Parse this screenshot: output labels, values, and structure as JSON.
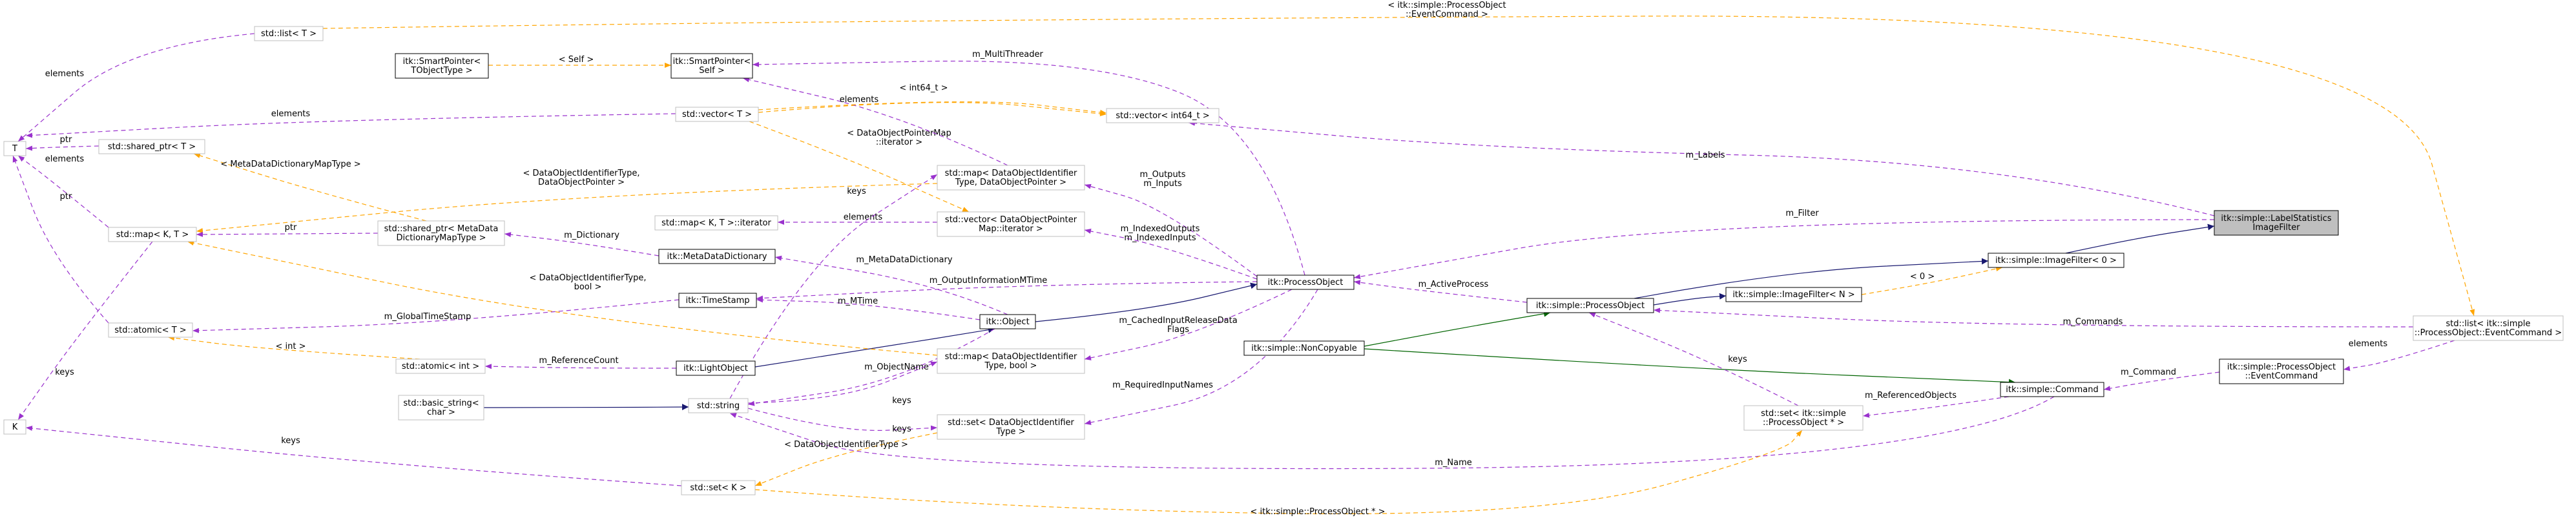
{
  "colors": {
    "inherit_public": "#191970",
    "inherit_protected": "#006400",
    "usage": "#9a32cd",
    "template": "#ffa500",
    "node_border": "#000000",
    "node_border_external": "#bfbfbf",
    "highlight_fill": "#bfbfbf"
  },
  "nodes": [
    {
      "id": "label_stats",
      "lines": [
        "itk::simple::LabelStatistics",
        "ImageFilter"
      ],
      "kind": "highlight",
      "icon": ""
    },
    {
      "id": "image_filter0",
      "lines": [
        "itk::simple::ImageFilter< 0 >"
      ],
      "kind": "class",
      "icon": ""
    },
    {
      "id": "image_filterN",
      "lines": [
        "itk::simple::ImageFilter< N >"
      ],
      "kind": "class",
      "icon": ""
    },
    {
      "id": "sprocess",
      "lines": [
        "itk::simple::ProcessObject"
      ],
      "kind": "class",
      "icon": ""
    },
    {
      "id": "noncopy",
      "lines": [
        "itk::simple::NonCopyable"
      ],
      "kind": "class",
      "icon": ""
    },
    {
      "id": "command",
      "lines": [
        "itk::simple::Command"
      ],
      "kind": "class",
      "icon": ""
    },
    {
      "id": "event_command",
      "lines": [
        "itk::simple::ProcessObject",
        "::EventCommand"
      ],
      "kind": "class",
      "icon": ""
    },
    {
      "id": "list_evt",
      "lines": [
        "std::list< itk::simple",
        "::ProcessObject::EventCommand >"
      ],
      "kind": "external",
      "icon": ""
    },
    {
      "id": "set_po",
      "lines": [
        "std::set< itk::simple",
        "::ProcessObject * >"
      ],
      "kind": "external",
      "icon": ""
    },
    {
      "id": "itk_process",
      "lines": [
        "itk::ProcessObject"
      ],
      "kind": "class",
      "icon": ""
    },
    {
      "id": "itk_object",
      "lines": [
        "itk::Object"
      ],
      "kind": "class",
      "icon": ""
    },
    {
      "id": "light_object",
      "lines": [
        "itk::LightObject"
      ],
      "kind": "class",
      "icon": ""
    },
    {
      "id": "timestamp",
      "lines": [
        "itk::TimeStamp"
      ],
      "kind": "class",
      "icon": ""
    },
    {
      "id": "metadict",
      "lines": [
        "itk::MetaDataDictionary"
      ],
      "kind": "class",
      "icon": ""
    },
    {
      "id": "smart_self",
      "lines": [
        "itk::SmartPointer<",
        "Self >"
      ],
      "kind": "class",
      "icon": ""
    },
    {
      "id": "smart_t",
      "lines": [
        "itk::SmartPointer<",
        "TObjectType >"
      ],
      "kind": "class",
      "icon": ""
    },
    {
      "id": "vector_int64",
      "lines": [
        "std::vector< int64_t >"
      ],
      "kind": "external",
      "icon": ""
    },
    {
      "id": "map_dop",
      "lines": [
        "std::map< DataObjectIdentifier",
        "Type, DataObjectPointer >"
      ],
      "kind": "external",
      "icon": ""
    },
    {
      "id": "vec_dop_iter",
      "lines": [
        "std::vector< DataObjectPointer",
        "Map::iterator >"
      ],
      "kind": "external",
      "icon": ""
    },
    {
      "id": "map_bool",
      "lines": [
        "std::map< DataObjectIdentifier",
        "Type, bool >"
      ],
      "kind": "external",
      "icon": ""
    },
    {
      "id": "set_doit",
      "lines": [
        "std::set< DataObjectIdentifier",
        "Type >"
      ],
      "kind": "external",
      "icon": ""
    },
    {
      "id": "string",
      "lines": [
        "std::string"
      ],
      "kind": "external",
      "icon": ""
    },
    {
      "id": "basic_string",
      "lines": [
        "std::basic_string<",
        "char >"
      ],
      "kind": "external",
      "icon": ""
    },
    {
      "id": "atomic_int",
      "lines": [
        "std::atomic< int >"
      ],
      "kind": "external",
      "icon": ""
    },
    {
      "id": "shared_mdd",
      "lines": [
        "std::shared_ptr< MetaData",
        "DictionaryMapType >"
      ],
      "kind": "external",
      "icon": ""
    },
    {
      "id": "map_iter",
      "lines": [
        "std::map< K, T >::iterator"
      ],
      "kind": "external",
      "icon": ""
    },
    {
      "id": "vector_t",
      "lines": [
        "std::vector< T >"
      ],
      "kind": "external",
      "icon": ""
    },
    {
      "id": "list_t",
      "lines": [
        "std::list< T >"
      ],
      "kind": "external",
      "icon": ""
    },
    {
      "id": "shared_t",
      "lines": [
        "std::shared_ptr< T >"
      ],
      "kind": "external",
      "icon": ""
    },
    {
      "id": "map_kt",
      "lines": [
        "std::map< K, T >"
      ],
      "kind": "external",
      "icon": ""
    },
    {
      "id": "atomic_t",
      "lines": [
        "std::atomic< T >"
      ],
      "kind": "external",
      "icon": ""
    },
    {
      "id": "set_k",
      "lines": [
        "std::set< K >"
      ],
      "kind": "external",
      "icon": ""
    },
    {
      "id": "T",
      "lines": [
        "T"
      ],
      "kind": "external",
      "icon": ""
    },
    {
      "id": "K",
      "lines": [
        "K"
      ],
      "kind": "external",
      "icon": ""
    }
  ],
  "edges": [
    {
      "id": "e1",
      "type": "inherit",
      "from": "image_filter0",
      "to": "label_stats",
      "labels": []
    },
    {
      "id": "e2",
      "type": "inherit",
      "from": "sprocess",
      "to": "image_filter0",
      "labels": []
    },
    {
      "id": "e3",
      "type": "template",
      "from": "image_filterN",
      "to": "image_filter0",
      "labels": [
        "< 0 >"
      ]
    },
    {
      "id": "e4",
      "type": "inherit",
      "from": "sprocess",
      "to": "image_filterN",
      "labels": []
    },
    {
      "id": "e5",
      "type": "inherit_protected",
      "from": "noncopy",
      "to": "sprocess",
      "labels": []
    },
    {
      "id": "e6",
      "type": "inherit_protected",
      "from": "noncopy",
      "to": "command",
      "labels": []
    },
    {
      "id": "e7",
      "type": "usage",
      "from": "itk_process",
      "to": "label_stats",
      "labels": [
        "m_Filter"
      ]
    },
    {
      "id": "e8",
      "type": "usage",
      "from": "vector_int64",
      "to": "label_stats",
      "labels": [
        "m_Labels"
      ]
    },
    {
      "id": "e9",
      "type": "usage",
      "from": "itk_process",
      "to": "sprocess",
      "labels": [
        "m_ActiveProcess"
      ]
    },
    {
      "id": "e10",
      "type": "usage",
      "from": "list_evt",
      "to": "sprocess",
      "labels": [
        "m_Commands"
      ]
    },
    {
      "id": "e11",
      "type": "usage",
      "from": "event_command",
      "to": "list_evt",
      "labels": [
        "elements"
      ]
    },
    {
      "id": "e12",
      "type": "usage",
      "from": "command",
      "to": "event_command",
      "labels": [
        "m_Command"
      ]
    },
    {
      "id": "e13",
      "type": "usage",
      "from": "set_po",
      "to": "command",
      "labels": [
        "m_ReferencedObjects"
      ]
    },
    {
      "id": "e14",
      "type": "usage",
      "from": "sprocess",
      "to": "set_po",
      "labels": [
        "keys"
      ]
    },
    {
      "id": "e15",
      "type": "usage",
      "from": "string",
      "to": "command",
      "labels": [
        "m_Name"
      ]
    },
    {
      "id": "e16",
      "type": "template",
      "from": "set_k",
      "to": "set_po",
      "labels": [
        "< itk::simple::ProcessObject * >"
      ]
    },
    {
      "id": "e17",
      "type": "template",
      "from": "list_t",
      "to": "list_evt",
      "labels": [
        "< itk::simple::ProcessObject",
        "::EventCommand >"
      ]
    },
    {
      "id": "e18",
      "type": "inherit",
      "from": "itk_object",
      "to": "itk_process",
      "labels": []
    },
    {
      "id": "e19",
      "type": "inherit",
      "from": "light_object",
      "to": "itk_object",
      "labels": []
    },
    {
      "id": "e20",
      "type": "inherit",
      "from": "basic_string",
      "to": "string",
      "labels": []
    },
    {
      "id": "e21",
      "type": "usage",
      "from": "smart_self",
      "to": "itk_process",
      "labels": [
        "m_MultiThreader"
      ]
    },
    {
      "id": "e22",
      "type": "usage",
      "from": "map_dop",
      "to": "itk_process",
      "labels": [
        "m_Outputs",
        "m_Inputs"
      ]
    },
    {
      "id": "e23",
      "type": "usage",
      "from": "vec_dop_iter",
      "to": "itk_process",
      "labels": [
        "m_IndexedOutputs",
        "m_IndexedInputs"
      ]
    },
    {
      "id": "e24",
      "type": "usage",
      "from": "timestamp",
      "to": "itk_process",
      "labels": [
        "m_OutputInformationMTime"
      ]
    },
    {
      "id": "e25",
      "type": "usage",
      "from": "itk_process",
      "to": "map_bool",
      "labels": [
        "m_CachedInputReleaseData",
        "Flags"
      ]
    },
    {
      "id": "e26",
      "type": "usage",
      "from": "itk_process",
      "to": "set_doit",
      "labels": [
        "m_RequiredInputNames"
      ]
    },
    {
      "id": "e27",
      "type": "usage",
      "from": "timestamp",
      "to": "itk_object",
      "labels": [
        "m_MTime"
      ]
    },
    {
      "id": "e28",
      "type": "usage",
      "from": "itk_object",
      "to": "metadict",
      "labels": [
        "m_MetaDataDictionary"
      ]
    },
    {
      "id": "e29",
      "type": "usage",
      "from": "itk_object",
      "to": "string",
      "labels": [
        "m_ObjectName"
      ]
    },
    {
      "id": "e30",
      "type": "usage",
      "from": "metadict",
      "to": "shared_mdd",
      "labels": [
        "m_Dictionary"
      ]
    },
    {
      "id": "e31",
      "type": "usage",
      "from": "light_object",
      "to": "atomic_int",
      "labels": [
        "m_ReferenceCount"
      ]
    },
    {
      "id": "e32",
      "type": "usage",
      "from": "timestamp",
      "to": "atomic_t",
      "labels": [
        "m_GlobalTimeStamp"
      ]
    },
    {
      "id": "e33",
      "type": "template",
      "from": "smart_t",
      "to": "smart_self",
      "labels": [
        "< Self >"
      ]
    },
    {
      "id": "e34",
      "type": "template",
      "from": "vector_t",
      "to": "vector_int64",
      "labels": [
        "< int64_t >"
      ]
    },
    {
      "id": "e35",
      "type": "template",
      "from": "map_kt",
      "to": "map_dop",
      "labels": [
        "< DataObjectIdentifierType,",
        "DataObjectPointer >"
      ]
    },
    {
      "id": "e36",
      "type": "template",
      "from": "vector_t",
      "to": "vec_dop_iter",
      "labels": [
        "< DataObjectPointerMap",
        "::iterator >"
      ]
    },
    {
      "id": "e37",
      "type": "template",
      "from": "map_kt",
      "to": "map_bool",
      "labels": [
        "< DataObjectIdentifierType,",
        "bool >"
      ]
    },
    {
      "id": "e38",
      "type": "template",
      "from": "set_k",
      "to": "set_doit",
      "labels": [
        "< DataObjectIdentifierType >"
      ]
    },
    {
      "id": "e39",
      "type": "template",
      "from": "atomic_t",
      "to": "atomic_int",
      "labels": [
        "< int >"
      ]
    },
    {
      "id": "e40",
      "type": "template",
      "from": "shared_t",
      "to": "shared_mdd",
      "labels": [
        "< MetaDataDictionaryMapType >"
      ]
    },
    {
      "id": "e41",
      "type": "usage",
      "from": "map_iter",
      "to": "vec_dop_iter",
      "labels": [
        "elements"
      ]
    },
    {
      "id": "e42",
      "type": "usage",
      "from": "smart_self",
      "to": "map_dop",
      "labels": [
        "elements"
      ]
    },
    {
      "id": "e43",
      "type": "usage",
      "from": "shared_mdd",
      "to": "map_kt",
      "labels": [
        "ptr"
      ]
    },
    {
      "id": "e44",
      "type": "usage",
      "from": "string",
      "to": "map_dop",
      "labels": [
        "keys"
      ]
    },
    {
      "id": "e45",
      "type": "usage",
      "from": "string",
      "to": "map_bool",
      "labels": [
        "keys"
      ]
    },
    {
      "id": "e46",
      "type": "usage",
      "from": "string",
      "to": "set_doit",
      "labels": [
        "keys"
      ]
    },
    {
      "id": "e47",
      "type": "usage",
      "from": "T",
      "to": "list_t",
      "labels": [
        "elements"
      ]
    },
    {
      "id": "e48",
      "type": "usage",
      "from": "T",
      "to": "vector_t",
      "labels": [
        "elements"
      ]
    },
    {
      "id": "e49",
      "type": "usage",
      "from": "T",
      "to": "shared_t",
      "labels": [
        "ptr"
      ]
    },
    {
      "id": "e50",
      "type": "usage",
      "from": "T",
      "to": "map_kt",
      "labels": [
        "elements"
      ]
    },
    {
      "id": "e51",
      "type": "usage",
      "from": "T",
      "to": "atomic_t",
      "labels": [
        "ptr"
      ]
    },
    {
      "id": "e52",
      "type": "usage",
      "from": "K",
      "to": "map_kt",
      "labels": [
        "keys"
      ]
    },
    {
      "id": "e53",
      "type": "usage",
      "from": "K",
      "to": "set_k",
      "labels": [
        "keys"
      ]
    },
    {
      "id": "e54",
      "type": "template",
      "from": "vector_t",
      "to": "vector_int64",
      "labels": [
        "< int64_t >"
      ]
    }
  ]
}
